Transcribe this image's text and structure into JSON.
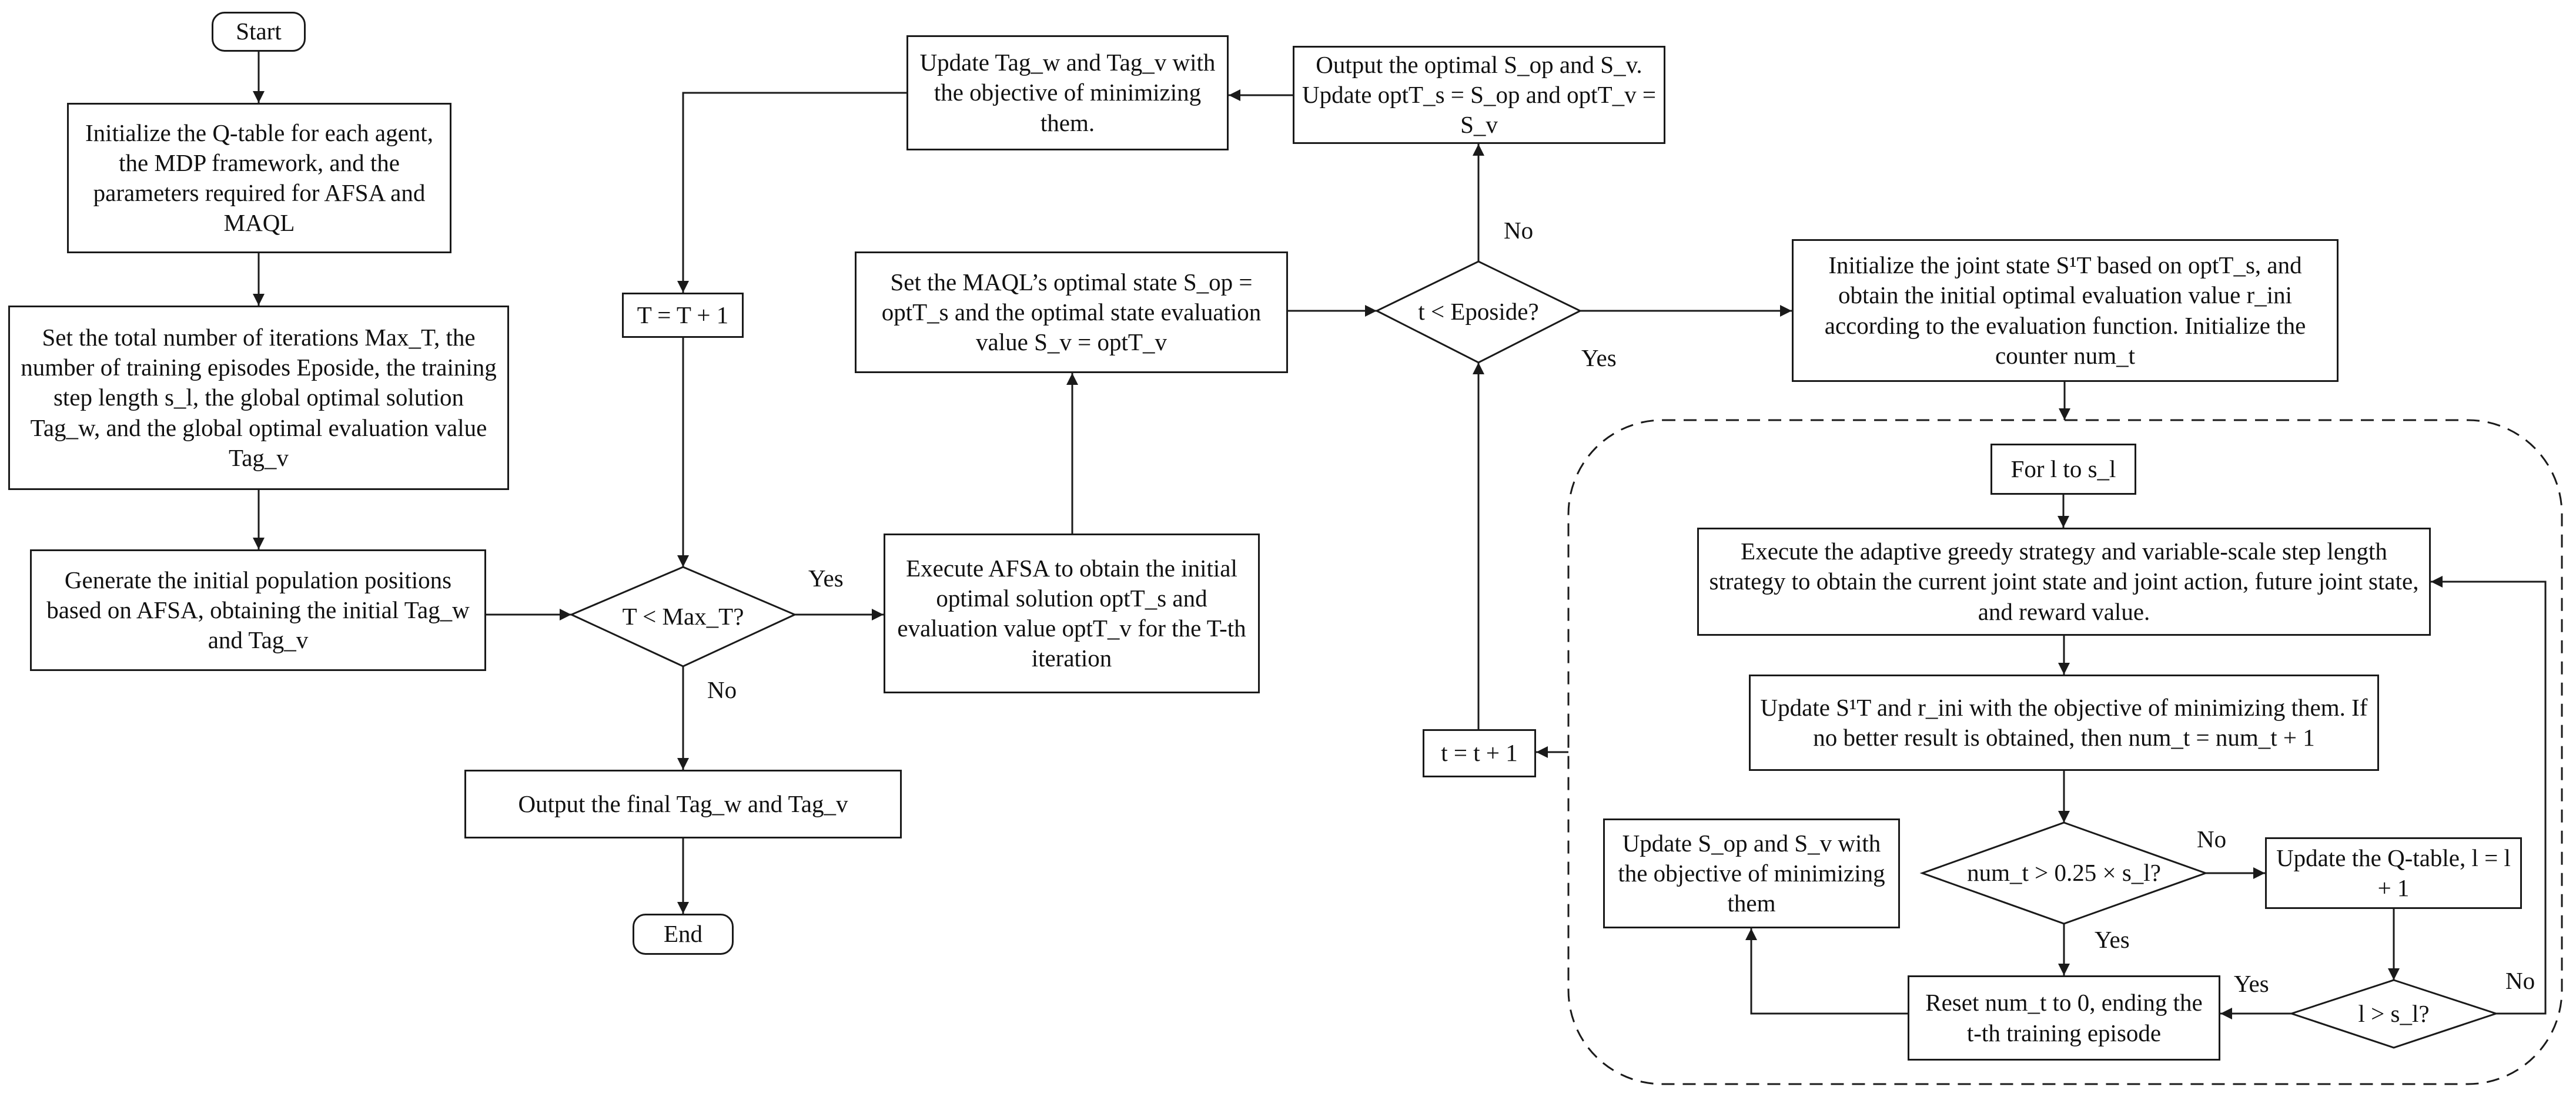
{
  "nodes": {
    "start": "Start",
    "end": "End",
    "init_qtable": "Initialize the Q-table for each agent, the MDP framework, and the parameters required for AFSA and MAQL",
    "set_params": "Set the total number of iterations Max_T, the number of training episodes Eposide, the training step length s_l, the global optimal solution Tag_w, and the global optimal evaluation value Tag_v",
    "gen_population": "Generate the initial population positions based on AFSA, obtaining the initial Tag_w and Tag_v",
    "dec_maxT": "T < Max_T?",
    "output_final": "Output the final Tag_w and Tag_v",
    "t_plus": "T = T + 1",
    "update_tag": "Update Tag_w and Tag_v with the objective of minimizing them.",
    "execute_afsa": "Execute AFSA to obtain the initial optimal solution optT_s and evaluation value optT_v for the T-th  iteration",
    "set_maql": "Set the MAQL’s optimal state S_op = optT_s and the optimal state evaluation value S_v = optT_v",
    "dec_eposide": "t < Eposide?",
    "output_optimal": "Output the optimal S_op and S_v. Update optT_s = S_op and optT_v = S_v",
    "init_joint": "Initialize the joint state S¹T based on optT_s, and obtain the initial optimal evaluation value r_ini according to the evaluation function. Initialize the counter num_t",
    "for_l": "For l to s_l",
    "execute_greedy": "Execute the adaptive greedy strategy and variable-scale step length strategy to obtain the current joint state and joint action, future joint state, and reward value.",
    "update_s1t": "Update S¹T and r_ini with the objective of minimizing them. If no better result is obtained, then num_t = num_t + 1",
    "t_small_plus": "t = t + 1",
    "dec_numt": "num_t > 0.25 × s_l?",
    "update_qtable": "Update the Q-table, l = l + 1",
    "update_sop": "Update S_op and S_v with the objective of minimizing them",
    "reset_numt": "Reset num_t to 0, ending the t-th training episode",
    "dec_l": "l > s_l?"
  },
  "labels": {
    "maxT_yes": "Yes",
    "maxT_no": "No",
    "eposide_yes": "Yes",
    "eposide_no": "No",
    "numt_yes": "Yes",
    "numt_no": "No",
    "l_yes": "Yes",
    "l_no": "No"
  },
  "colors": {
    "stroke": "#1a1a1a",
    "text": "#111111",
    "background": "#ffffff"
  }
}
